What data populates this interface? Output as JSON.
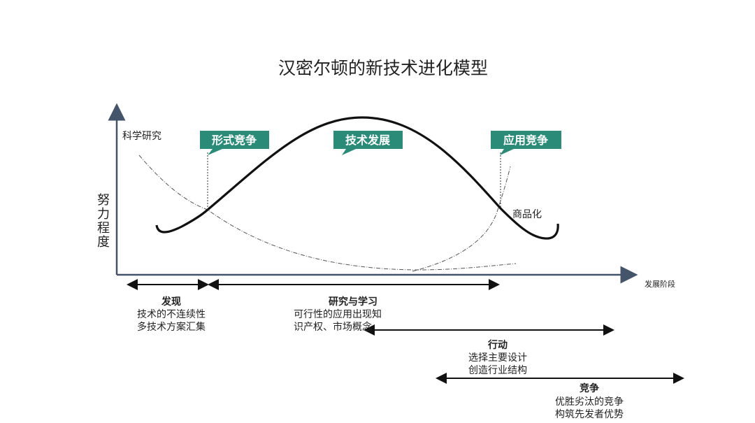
{
  "title": "汉密尔顿的新技术进化模型",
  "y_axis_label": [
    "努",
    "力",
    "程",
    "度"
  ],
  "x_axis_label": "发展阶段",
  "curve_labels": {
    "science": "科学研究",
    "commercialization": "商品化"
  },
  "callouts": [
    "形式竞争",
    "技术发展",
    "应用竞争"
  ],
  "callout_color": "#2a8c78",
  "phases": [
    {
      "title": "发现",
      "lines": [
        "技术的不连续性",
        "多技术方案汇集"
      ]
    },
    {
      "title": "研究与学习",
      "lines": [
        "可行性的应用出现知",
        "识产权、市场概念"
      ]
    },
    {
      "title": "行动",
      "lines": [
        "选择主要设计",
        "创造行业结构"
      ]
    },
    {
      "title": "竞争",
      "lines": [
        "优胜劣汰的竞争",
        "构筑先发者优势"
      ]
    }
  ]
}
